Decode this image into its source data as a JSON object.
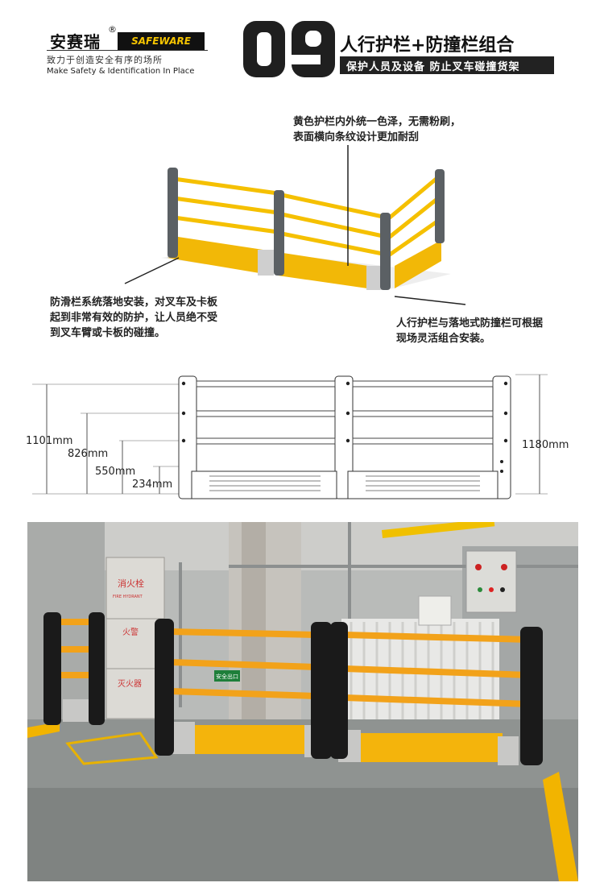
{
  "header": {
    "brand_cn": "安赛瑞",
    "brand_reg": "®",
    "brand_en": "SAFEWARE",
    "slogan_cn": "致力于创造安全有序的场所",
    "slogan_en": "Make Safety & Identification In Place",
    "number": "09",
    "title": "人行护栏+防撞栏组合",
    "subtitle": "保护人员及设备 防止叉车碰撞货架"
  },
  "annotations": {
    "top_right_line1": "黄色护栏内外统一色泽，无需粉刷，",
    "top_right_line2": "表面横向条纹设计更加耐刮",
    "left_line1": "防滑栏系统落地安装，对叉车及卡板",
    "left_line2": "起到非常有效的防护，让人员绝不受",
    "left_line3": "到叉车臂或卡板的碰撞。",
    "right_line1": "人行护栏与落地式防撞栏可根据",
    "right_line2": "现场灵活组合安装。"
  },
  "dimensions": {
    "d1": "1101mm",
    "d2": "826mm",
    "d3": "550mm",
    "d4": "234mm",
    "d5": "1180mm"
  },
  "photo": {
    "sign_hydrant": "消火栓",
    "sign_hydrant_en": "FIRE HYDRANT",
    "sign_alarm": "火警",
    "sign_ext": "灭火器",
    "exit_sign": "安全出口"
  },
  "colors": {
    "yellow": "#f5b800",
    "rail_orange": "#f2a21a",
    "post_dark": "#555a5e",
    "black": "#1a1a1a"
  }
}
